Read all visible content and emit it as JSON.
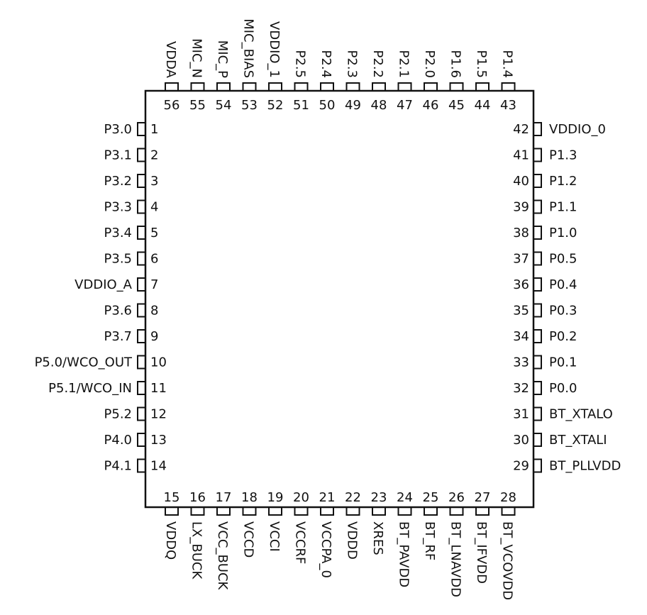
{
  "pins": {
    "left": [
      {
        "num": "1",
        "name": "P3.0"
      },
      {
        "num": "2",
        "name": "P3.1"
      },
      {
        "num": "3",
        "name": "P3.2"
      },
      {
        "num": "4",
        "name": "P3.3"
      },
      {
        "num": "5",
        "name": "P3.4"
      },
      {
        "num": "6",
        "name": "P3.5"
      },
      {
        "num": "7",
        "name": "VDDIO_A"
      },
      {
        "num": "8",
        "name": "P3.6"
      },
      {
        "num": "9",
        "name": "P3.7"
      },
      {
        "num": "10",
        "name": "P5.0/WCO_OUT"
      },
      {
        "num": "11",
        "name": "P5.1/WCO_IN"
      },
      {
        "num": "12",
        "name": "P5.2"
      },
      {
        "num": "13",
        "name": "P4.0"
      },
      {
        "num": "14",
        "name": "P4.1"
      }
    ],
    "bottom": [
      {
        "num": "15",
        "name": "VDDQ"
      },
      {
        "num": "16",
        "name": "LX_BUCK"
      },
      {
        "num": "17",
        "name": "VCC_BUCK"
      },
      {
        "num": "18",
        "name": "VCCD"
      },
      {
        "num": "19",
        "name": "VCCI"
      },
      {
        "num": "20",
        "name": "VCCRF"
      },
      {
        "num": "21",
        "name": "VCCPA_0"
      },
      {
        "num": "22",
        "name": "VDDD"
      },
      {
        "num": "23",
        "name": "XRES"
      },
      {
        "num": "24",
        "name": "BT_PAVDD"
      },
      {
        "num": "25",
        "name": "BT_RF"
      },
      {
        "num": "26",
        "name": "BT_LNAVDD"
      },
      {
        "num": "27",
        "name": "BT_IFVDD"
      },
      {
        "num": "28",
        "name": "BT_VCOVDD"
      }
    ],
    "right": [
      {
        "num": "42",
        "name": "VDDIO_0"
      },
      {
        "num": "41",
        "name": "P1.3"
      },
      {
        "num": "40",
        "name": "P1.2"
      },
      {
        "num": "39",
        "name": "P1.1"
      },
      {
        "num": "38",
        "name": "P1.0"
      },
      {
        "num": "37",
        "name": "P0.5"
      },
      {
        "num": "36",
        "name": "P0.4"
      },
      {
        "num": "35",
        "name": "P0.3"
      },
      {
        "num": "34",
        "name": "P0.2"
      },
      {
        "num": "33",
        "name": "P0.1"
      },
      {
        "num": "32",
        "name": "P0.0"
      },
      {
        "num": "31",
        "name": "BT_XTALO"
      },
      {
        "num": "30",
        "name": "BT_XTALI"
      },
      {
        "num": "29",
        "name": "BT_PLLVDD"
      }
    ],
    "top": [
      {
        "num": "56",
        "name": "VDDA"
      },
      {
        "num": "55",
        "name": "MIC_N"
      },
      {
        "num": "54",
        "name": "MIC_P"
      },
      {
        "num": "53",
        "name": "MIC_BIAS"
      },
      {
        "num": "52",
        "name": "VDDIO_1"
      },
      {
        "num": "51",
        "name": "P2.5"
      },
      {
        "num": "50",
        "name": "P2.4"
      },
      {
        "num": "49",
        "name": "P2.3"
      },
      {
        "num": "48",
        "name": "P2.2"
      },
      {
        "num": "47",
        "name": "P2.1"
      },
      {
        "num": "46",
        "name": "P2.0"
      },
      {
        "num": "45",
        "name": "P1.6"
      },
      {
        "num": "44",
        "name": "P1.5"
      },
      {
        "num": "43",
        "name": "P1.4"
      }
    ]
  },
  "colors": {
    "stroke": "#111111",
    "background": "#ffffff"
  }
}
